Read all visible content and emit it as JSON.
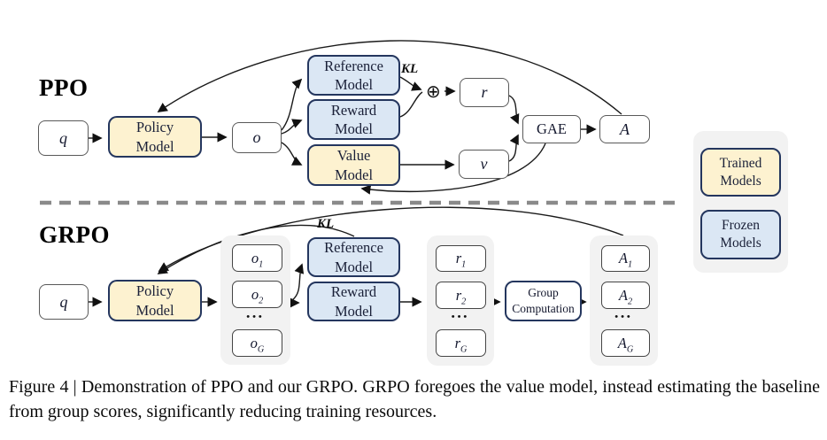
{
  "figure_type": "ppo-grpo-flow-diagram",
  "colors": {
    "trained_fill": "#fdf2d0",
    "frozen_fill": "#dbe7f4",
    "border_navy": "#24365e",
    "panel_gray": "#f2f2f2",
    "dashed_gray": "#8a8a8a"
  },
  "ppo": {
    "section_label": "PPO",
    "q_label": "q",
    "policy_label": "Policy\nModel",
    "o_label": "o",
    "reference_label": "Reference\nModel",
    "reward_label": "Reward\nModel",
    "value_label": "Value\nModel",
    "kl_label": "KL",
    "oplus_symbol": "⊕",
    "r_label": "r",
    "v_label": "v",
    "gae_label": "GAE",
    "a_label": "A"
  },
  "grpo": {
    "section_label": "GRPO",
    "q_label": "q",
    "policy_label": "Policy\nModel",
    "kl_label": "KL",
    "reference_label": "Reference\nModel",
    "reward_label": "Reward\nModel",
    "group_computation_label": "Group\nComputation",
    "ellipsis": "•••",
    "outputs": [
      {
        "base": "o",
        "sub": "1"
      },
      {
        "base": "o",
        "sub": "2"
      },
      {
        "base": "o",
        "sub": "G"
      }
    ],
    "rewards": [
      {
        "base": "r",
        "sub": "1"
      },
      {
        "base": "r",
        "sub": "2"
      },
      {
        "base": "r",
        "sub": "G"
      }
    ],
    "advantages": [
      {
        "base": "A",
        "sub": "1"
      },
      {
        "base": "A",
        "sub": "2"
      },
      {
        "base": "A",
        "sub": "G"
      }
    ]
  },
  "legend": {
    "trained_label": "Trained\nModels",
    "frozen_label": "Frozen\nModels"
  },
  "caption": "Figure 4 | Demonstration of PPO and our GRPO. GRPO foregoes the value model, instead estimating the baseline from group scores, significantly reducing training resources."
}
